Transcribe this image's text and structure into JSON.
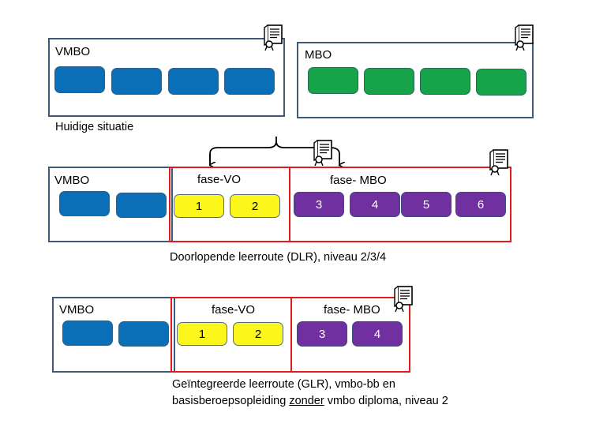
{
  "top": {
    "vmbo_label": "VMBO",
    "mbo_label": "MBO",
    "caption": "Huidige situatie"
  },
  "dlr": {
    "vmbo_label": "VMBO",
    "fase_vo_label": "fase-VO",
    "fase_mbo_label": "fase- MBO",
    "vo_blocks": [
      "1",
      "2"
    ],
    "mbo_blocks": [
      "3",
      "4",
      "5",
      "6"
    ],
    "caption": "Doorlopende leerroute (DLR), niveau 2/3/4"
  },
  "glr": {
    "vmbo_label": "VMBO",
    "fase_vo_label": "fase-VO",
    "fase_mbo_label": "fase- MBO",
    "vo_blocks": [
      "1",
      "2"
    ],
    "mbo_blocks": [
      "3",
      "4"
    ],
    "caption_line1": "Geïntegreerde leerroute (GLR), vmbo-bb en",
    "caption_line2_pre": "basisberoepsopleiding ",
    "caption_line2_underlined": "zonder",
    "caption_line2_post": " vmbo diploma, niveau 2"
  },
  "colors": {
    "blue": "#0b6fb8",
    "green": "#16a34a",
    "yellow": "#fbf61c",
    "purple": "#7030a0",
    "red_frame": "#e2191d",
    "frame": "#3d5a7a"
  },
  "icons": [
    "diploma-icon"
  ]
}
